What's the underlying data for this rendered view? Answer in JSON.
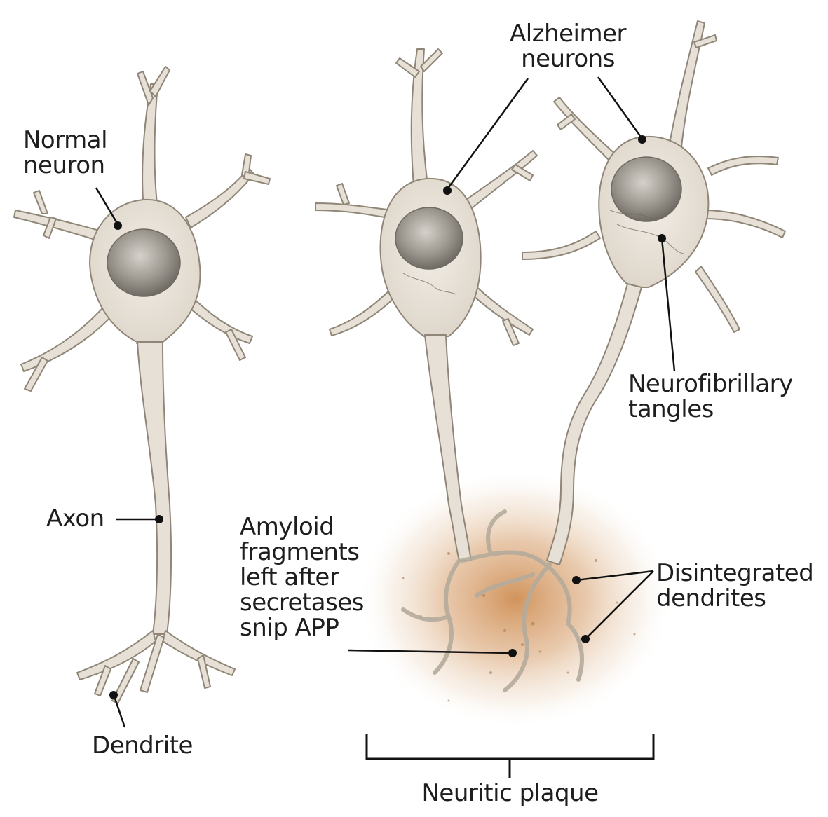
{
  "labels": {
    "normal_neuron": [
      "Normal",
      "neuron"
    ],
    "alzheimer_neurons": [
      "Alzheimer",
      "neurons"
    ],
    "axon": "Axon",
    "dendrite": "Dendrite",
    "amyloid": [
      "Amyloid",
      "fragments",
      "left after",
      "secretases",
      "snip APP"
    ],
    "neurofibrillary": [
      "Neurofibrillary",
      "tangles"
    ],
    "disintegrated": [
      "Disintegrated",
      "dendrites"
    ],
    "neuritic_plaque": "Neuritic plaque"
  },
  "colors": {
    "cell_fill": "#e6e0d6",
    "cell_stroke": "#8f8677",
    "nucleus": "#9a958d",
    "plaque": "#d9a474",
    "leader": "#111111"
  }
}
